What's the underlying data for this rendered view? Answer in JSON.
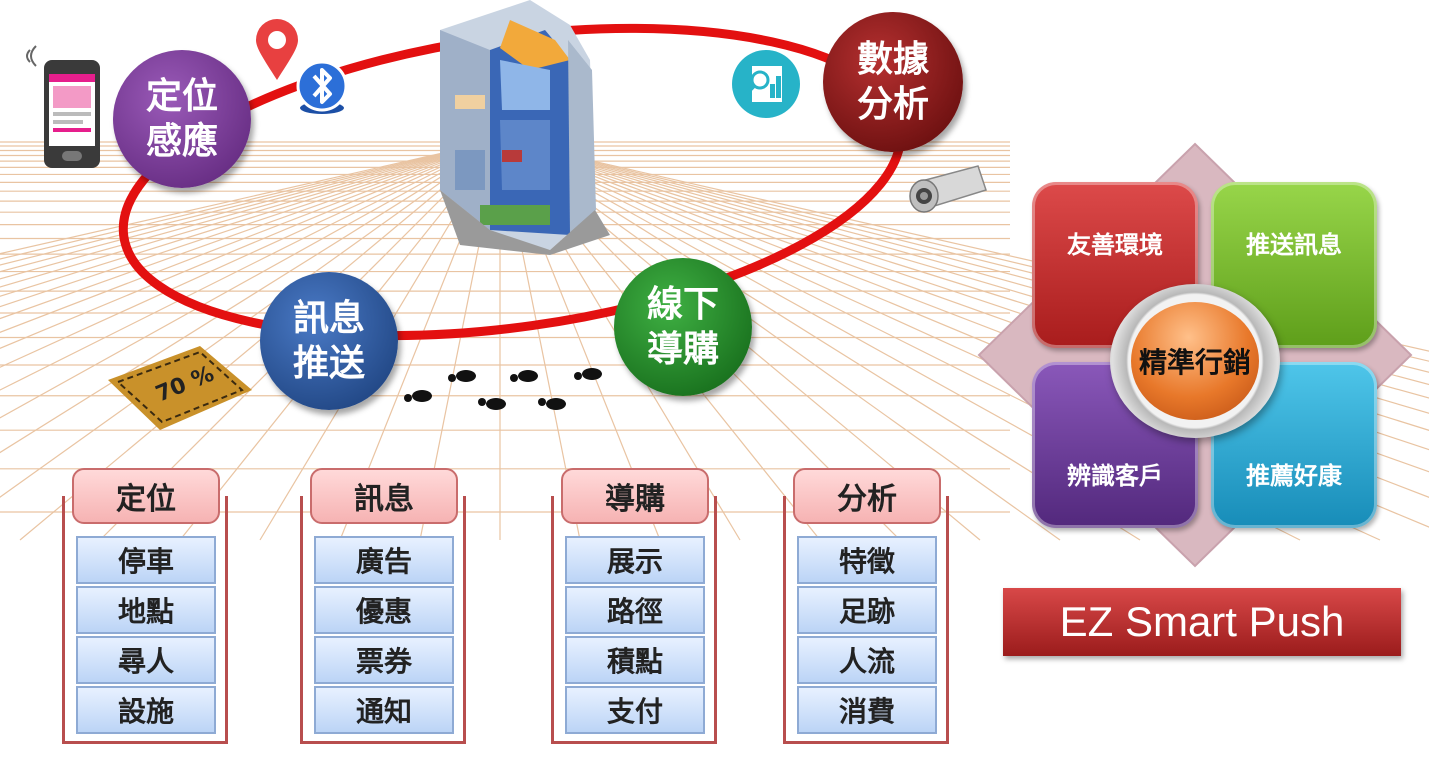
{
  "ring": {
    "positioning": [
      "定位",
      "感應"
    ],
    "data_analysis": [
      "數據",
      "分析"
    ],
    "messaging": [
      "訊息",
      "推送"
    ],
    "offline_shopping": [
      "線下",
      "導購"
    ]
  },
  "coupon": {
    "text": "70 %"
  },
  "categories": [
    {
      "title": "定位",
      "items": [
        "停車",
        "地點",
        "尋人",
        "設施"
      ]
    },
    {
      "title": "訊息",
      "items": [
        "廣告",
        "優惠",
        "票券",
        "通知"
      ]
    },
    {
      "title": "導購",
      "items": [
        "展示",
        "路徑",
        "積點",
        "支付"
      ]
    },
    {
      "title": "分析",
      "items": [
        "特徵",
        "足跡",
        "人流",
        "消費"
      ]
    }
  ],
  "marketing": {
    "center": "精準行銷",
    "top_left": "友善環境",
    "top_right": "推送訊息",
    "bottom_left": "辨識客戶",
    "bottom_right": "推薦好康"
  },
  "brand": "EZ Smart Push",
  "colors": {
    "ring": "#e31010",
    "purple": "#6a2f86",
    "darkred": "#7a1010",
    "blue": "#274f8e",
    "green": "#1d8a24",
    "quad_red": "#c42a2a",
    "quad_green": "#7fc02a",
    "quad_purple": "#6d3b9a",
    "quad_cyan": "#26a8d6",
    "center_orange": "#e8782a"
  }
}
